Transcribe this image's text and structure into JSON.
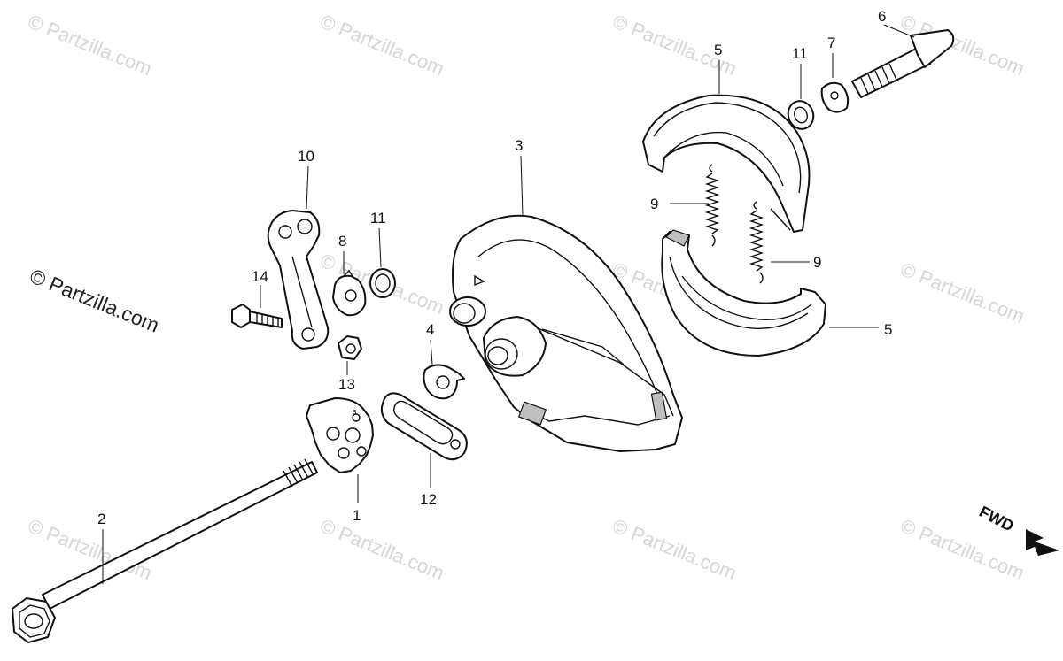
{
  "watermarks": {
    "text": "© Partzilla.com",
    "side_text": "© Partzilla.com"
  },
  "callouts": {
    "c1": "1",
    "c2": "2",
    "c3": "3",
    "c4": "4",
    "c5a": "5",
    "c5b": "5",
    "c6": "6",
    "c7": "7",
    "c8": "8",
    "c9a": "9",
    "c9b": "9",
    "c10": "10",
    "c11a": "11",
    "c11b": "11",
    "c12": "12",
    "c13": "13",
    "c14": "14"
  },
  "direction": {
    "label": "FWD"
  },
  "colors": {
    "line": "#111111",
    "watermark": "#d6d6d6",
    "shade": "#bfbfbf"
  }
}
